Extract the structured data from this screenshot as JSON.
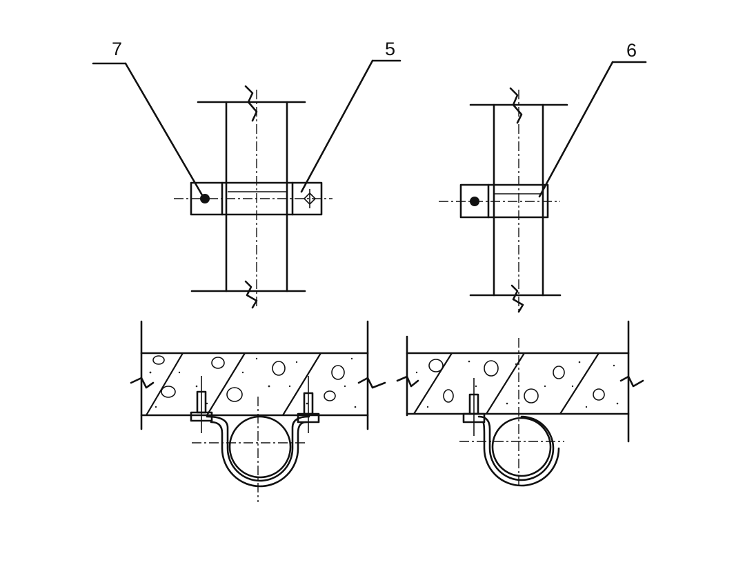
{
  "labels": {
    "callout_7": "7",
    "callout_5": "5",
    "callout_6": "6"
  },
  "colors": {
    "ink": "#111111",
    "paper": "#ffffff"
  }
}
